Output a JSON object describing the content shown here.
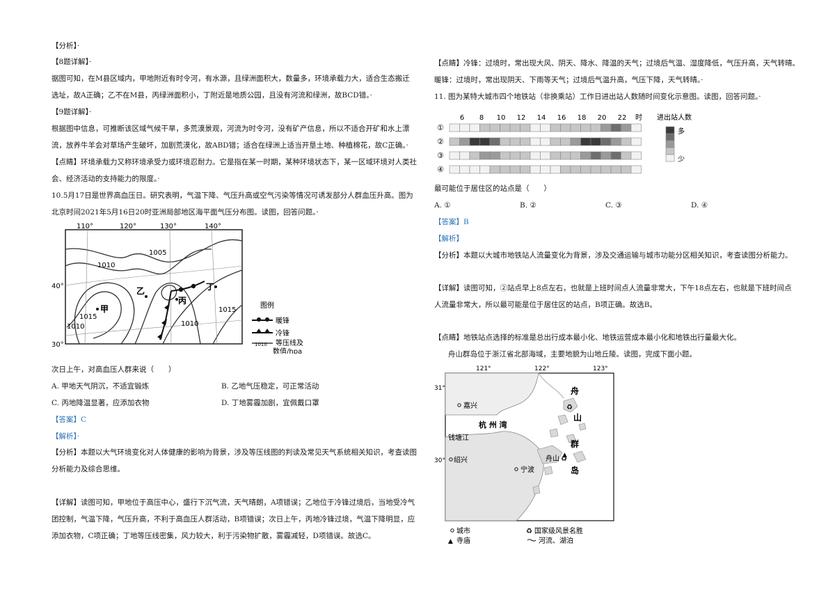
{
  "left": {
    "l1": "【分析】·",
    "l2": "【8题详解】·",
    "l3": "据图可知，在M县区域内，甲地附近有时令河，有水源，且绿洲面积大，数量多，环境承载力大，适合生态搬迁",
    "l4": "选址，故A正确；乙不在M县，丙绿洲面积小，丁附近是地质公园，且没有河流和绿洲，故BCD错。·",
    "l5": "【9题详解】·",
    "l6": "根据图中信息，可推断该区域气候干旱，多荒漠景观，河流为时令河，没有矿产信息，所以不适合开矿和水上漂",
    "l7": "流，放养牛羊会对草场产生破坏，加剧荒漠化，故ABD错；适合在绿洲上适当开垦土地、种植棉花，故C正确。·",
    "l8": "【点睛】环境承载力又称环境承受力或环境忍耐力。它是指在某一时期，某种环境状态下，某一区域环境对人类社",
    "l9": "会、经济活动的支持能力的限度。·",
    "l10": "10.5月17日是世界高血压日。研究表明，气温下降、气压升高或空气污染等情况可诱发部分人群血压升高。图为",
    "l11": "北京时间2021年5月16日20时亚洲局部地区海平面气压分布图。读图，回答问题。·",
    "map": {
      "lon110": "110°",
      "lon120": "120°",
      "lon130": "130°",
      "lon140": "140°",
      "lat40": "40°",
      "lat30": "30°",
      "iso1005": "1005",
      "iso1010a": "1010",
      "iso1010b": "1010",
      "iso1010c": "1010",
      "iso1015a": "1015",
      "iso1015b": "1015",
      "jia": "甲",
      "yi": "乙",
      "bing": "丙",
      "ding": "丁",
      "legend_title": "图例",
      "warm": "暖锋",
      "cold": "冷锋",
      "iso_label1": "等压线及",
      "iso_label2": "数值/hpa",
      "iso_sample": "1010"
    },
    "q": "次日上午，对高血压人群来说（　　）",
    "optA": "A. 甲地天气阴沉，不适宜锻炼",
    "optB": "B. 乙地气压稳定，可正常活动",
    "optC": "C. 丙地降温显著，应添加衣物",
    "optD": "D. 丁地雾霾加剧，宜佩戴口罩",
    "answer": "【答案】C",
    "jiexi": "【解析】·",
    "a1": "【分析】本题以大气环境变化对人体健康的影响为背景，涉及等压线图的判读及常见天气系统相关知识，考查读图",
    "a2": "分析能力及综合思维。",
    "d1": "【详解】读图可知，甲地位于高压中心，盛行下沉气流，天气晴朗，A项错误；乙地位于冷锋过境后，当地受冷气",
    "d2": "团控制，气温下降，气压升高，不利于高血压人群活动，B项错误；次日上午，丙地冷锋过境，气温下降明显，应",
    "d3": "添加衣物，C项正确；丁地等压线密集，风力较大，利于污染物扩散，雾霾减轻，D项错误。故选C。"
  },
  "right": {
    "r1": "【点睛】冷锋：过境时，常出现大风、阴天、降水、降温的天气；过境后气温、湿度降低，气压升高，天气转晴。",
    "r2": "暖锋：过境时，常出现阴天、下雨等天气；过境后气温升高，气压下降，天气转晴。·",
    "r3": "11. 图为某特大城市四个地铁站（非换乘站）工作日进出站人数随时间变化示意图。读图，回答问题。·",
    "chart": {
      "hours": [
        "6",
        "8",
        "10",
        "12",
        "14",
        "16",
        "18",
        "20",
        "22"
      ],
      "hour_unit": "时",
      "rows": [
        "①",
        "②",
        "③",
        "④"
      ],
      "legend_title": "进出站人数",
      "legend_more": "多",
      "legend_less": "少"
    },
    "q": "最可能位于居住区的站点是（　　）",
    "optA": "A. ①",
    "optB": "B. ②",
    "optC": "C. ③",
    "optD": "D. ④",
    "answer": "【答案】B",
    "jiexi": "【解析】",
    "a1": "【分析】本题以大城市地铁站人流量变化为背景，涉及交通运输与城市功能分区相关知识，考查读图分析能力。",
    "d1": "【详解】读图可知，②站点早上8点左右，也就是上班时间点人流量非常大，下午18点左右，也就是下班时间点",
    "d2": "人流量非常大，所以最可能是位于居住区的站点，B项正确。故选B。",
    "p1": "【点睛】地铁站点选择的标准是总出行成本最小化、地铁运营成本最小化和地铁出行量最大化。",
    "intro": "舟山群岛位于浙江省北部海域，主要地貌为山地丘陵。读图，完成下面小题。",
    "zmap": {
      "lon121": "121°",
      "lon122": "122°",
      "lon123": "123°",
      "lat31": "31°",
      "lat30": "30°",
      "jiaxing": "嘉兴",
      "hangzhouwan": "杭 州 湾",
      "qiantangjiang": "钱塘江",
      "shaoxing": "绍兴",
      "ningbo": "宁波",
      "zhoushan": "舟山",
      "zhou": "舟",
      "shan": "山",
      "qun": "群",
      "dao": "岛",
      "leg_city": "城市",
      "leg_scenic": "国家级风景名胜",
      "leg_temple": "寺庙",
      "leg_river": "河流、湖泊"
    }
  }
}
